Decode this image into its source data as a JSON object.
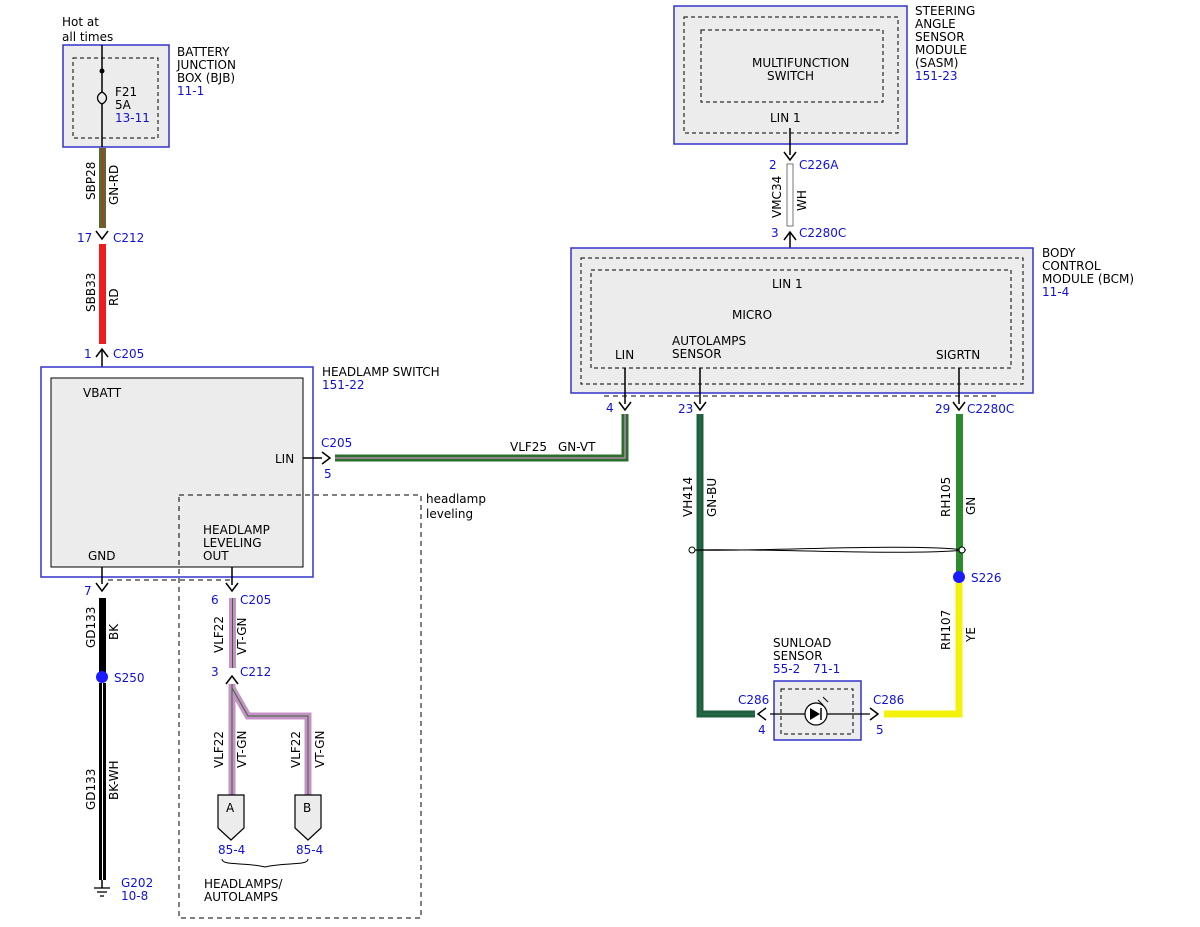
{
  "colors": {
    "module_border": "#3333cc",
    "module_fill": "#ececec",
    "ref_text": "#1010d8",
    "wire_green_dark": "#1f5f1f",
    "wire_green": "#2d8a2d",
    "wire_green_blue": "#1f5f3f",
    "wire_red": "#ee1c1c",
    "wire_black": "#000000",
    "wire_yellow": "#f2f20a",
    "wire_violet": "#c890c8",
    "wire_olive": "#556b2f",
    "splice": "#1a1aff"
  },
  "power": {
    "line1": "Hot at",
    "line2": "all times"
  },
  "bjb": {
    "name_line1": "BATTERY",
    "name_line2": "JUNCTION",
    "name_line3": "BOX (BJB)",
    "ref": "11-1",
    "fuse_id": "F21",
    "fuse_rating": "5A",
    "fuse_ref": "13-11"
  },
  "sasm": {
    "name_line1": "STEERING",
    "name_line2": "ANGLE",
    "name_line3": "SENSOR",
    "name_line4": "MODULE",
    "name_line5": "(SASM)",
    "ref": "151-23",
    "inner_line1": "MULTIFUNCTION",
    "inner_line2": "SWITCH",
    "pin": "LIN 1"
  },
  "bcm": {
    "name_line1": "BODY",
    "name_line2": "CONTROL",
    "name_line3": "MODULE (BCM)",
    "ref": "11-4",
    "pin_top": "LIN 1",
    "micro": "MICRO",
    "pin_lin": "LIN",
    "pin_auto_line1": "AUTOLAMPS",
    "pin_auto_line2": "SENSOR",
    "pin_sigrtn": "SIGRTN"
  },
  "headlamp_switch": {
    "name": "HEADLAMP SWITCH",
    "ref": "151-22",
    "pin_vbatt": "VBATT",
    "pin_lin": "LIN",
    "pin_gnd": "GND",
    "pin_out_line1": "HEADLAMP",
    "pin_out_line2": "LEVELING",
    "pin_out_line3": "OUT"
  },
  "leveling_box": {
    "line1": "headlamp",
    "line2": "leveling"
  },
  "sunload": {
    "name_line1": "SUNLOAD",
    "name_line2": "SENSOR",
    "ref1": "55-2",
    "ref2": "71-1"
  },
  "connectors": {
    "c226a_pin": "2",
    "c226a": "C226A",
    "c2280c_top_pin": "3",
    "c2280c_top": "C2280C",
    "c212_top_pin": "17",
    "c212_top": "C212",
    "c205_top_pin": "1",
    "c205_top": "C205",
    "c205_lin": "C205",
    "c205_lin_pin": "5",
    "bcm_lin_pin": "4",
    "bcm_auto_pin": "23",
    "bcm_sig_pin": "29",
    "c2280c_bottom": "C2280C",
    "gnd_pin": "7",
    "c205_out_pin": "6",
    "c205_out": "C205",
    "c212_out_pin": "3",
    "c212_out": "C212",
    "c286_left": "C286",
    "c286_left_pin": "4",
    "c286_right": "C286",
    "c286_right_pin": "5"
  },
  "wires": {
    "sbp28": "SBP28",
    "sbp28_color": "GN-RD",
    "sbb33": "SBB33",
    "sbb33_color": "RD",
    "vmc34": "VMC34",
    "vmc34_color": "WH",
    "vlf25": "VLF25",
    "vlf25_color": "GN-VT",
    "vh414": "VH414",
    "vh414_color": "GN-BU",
    "rh105": "RH105",
    "rh105_color": "GN",
    "rh107": "RH107",
    "rh107_color": "YE",
    "gd133_a": "GD133",
    "gd133_a_color": "BK",
    "gd133_b": "GD133",
    "gd133_b_color": "BK-WH",
    "vlf22_a": "VLF22",
    "vlf22_a_color": "VT-GN",
    "vlf22_b": "VLF22",
    "vlf22_b_color": "VT-GN",
    "vlf22_c": "VLF22",
    "vlf22_c_color": "VT-GN"
  },
  "splices": {
    "s226": "S226",
    "s250": "S250"
  },
  "ground": {
    "id": "G202",
    "ref": "10-8"
  },
  "endpoints": {
    "a_label": "A",
    "a_ref": "85-4",
    "b_label": "B",
    "b_ref": "85-4",
    "caption_line1": "HEADLAMPS/",
    "caption_line2": "AUTOLAMPS"
  }
}
